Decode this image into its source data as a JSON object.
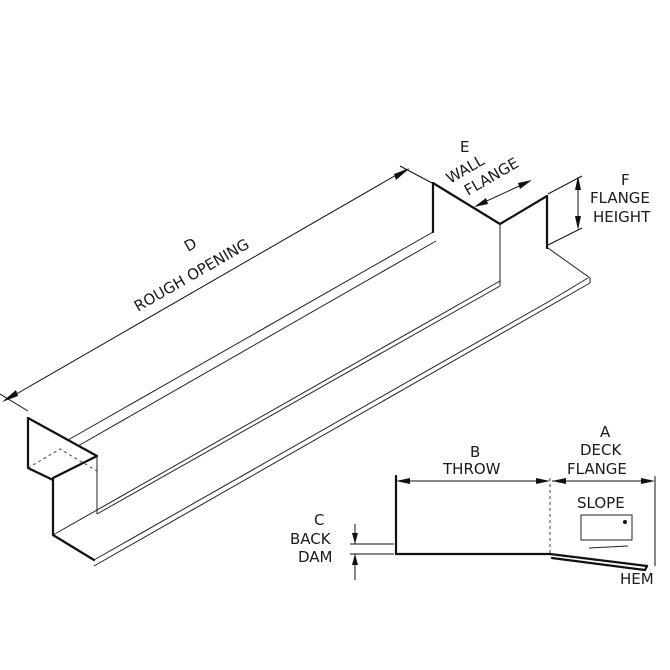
{
  "labels": {
    "rough_opening_letter": "D",
    "rough_opening_text": "ROUGH OPENING",
    "wall_flange_letter": "E",
    "wall_flange_line1": "WALL",
    "wall_flange_line2": "FLANGE",
    "flange_height_letter": "F",
    "flange_height_line1": "FLANGE",
    "flange_height_line2": "HEIGHT",
    "deck_flange_letter": "A",
    "deck_flange_line1": "DECK",
    "deck_flange_line2": "FLANGE",
    "throw_letter": "B",
    "throw_text": "THROW",
    "back_dam_letter": "C",
    "back_dam_line1": "BACK",
    "back_dam_line2": "DAM",
    "slope_text": "SLOPE",
    "hem_text": "HEM"
  }
}
